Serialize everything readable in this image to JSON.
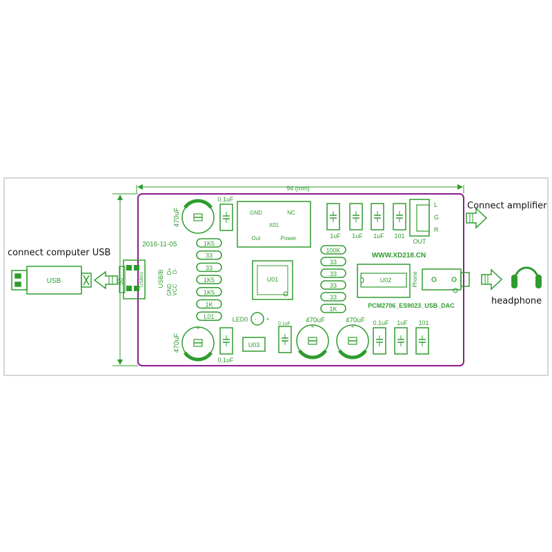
{
  "colors": {
    "silkscreen": "#2e9b2e",
    "board_outline": "#8a1a8a",
    "frame": "#c8c8c8",
    "text": "#111111"
  },
  "dimensions": {
    "width": "94 (mm)",
    "height": "50"
  },
  "callouts": {
    "usb": "connect computer USB",
    "amplifier": "Connect amplifier",
    "headphone": "headphone"
  },
  "board": {
    "date": "2016-11-05",
    "website": "WWW.XD218.CN",
    "model": "PCM2706_ES9023_USB_DAC",
    "led_label": "LED0",
    "led_minus": "-",
    "led_plus": "+",
    "usb_port": {
      "name": "USB01",
      "type": "USB/B",
      "d_plus": "D+",
      "d_minus": "D-",
      "gnd": "GND",
      "vcc": "VCC"
    },
    "crystal": {
      "label": "X01",
      "gnd": "GND",
      "nc": "NC",
      "out": "Out",
      "power": "Power"
    },
    "chip_u01": "U01",
    "chip_u02": "U02",
    "chip_u03": "U03",
    "phone_jack": "Phone",
    "out_header": {
      "label": "OUT",
      "pins": [
        "L",
        "G",
        "R"
      ]
    },
    "cap_big": "470uF",
    "caps": [
      "0.1uF",
      "0.1uF",
      "1uF",
      "1uF",
      "1uF",
      "101",
      "0.1uF",
      "0.1uF",
      "1uF",
      "101"
    ],
    "resistors_left": [
      "1K5",
      "33",
      "33",
      "1K5",
      "1K5",
      "1K",
      "L01"
    ],
    "resistors_right": [
      "100K",
      "33",
      "33",
      "33",
      "33",
      "1K"
    ]
  },
  "usb_plug_label": "USB",
  "icons": [
    "usb-plug-icon",
    "headphone-icon",
    "arrow-left-icon",
    "arrow-right-icon"
  ]
}
